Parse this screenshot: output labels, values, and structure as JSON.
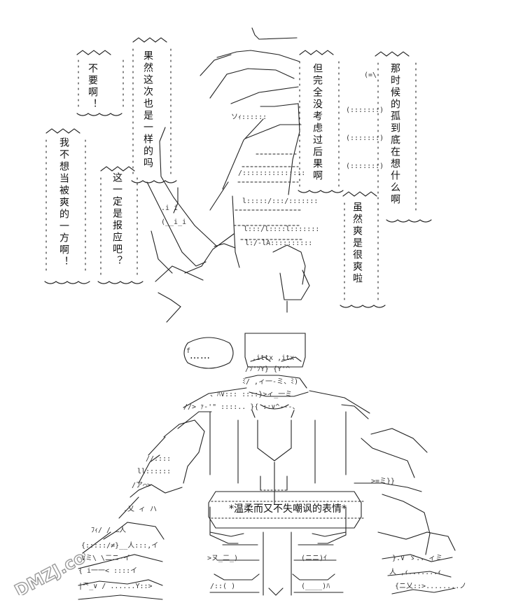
{
  "bubbles": {
    "b1": "不要啊！",
    "b2": "果然这次也是一样的吗",
    "b3": "我不想当被爽的一方啊！",
    "b4": "这一定是报应吧？",
    "b5": "但完全没考虑过后果啊",
    "b6": "那时候的孤到底在想什么啊",
    "b7": "虽然爽是很爽啦"
  },
  "face_bubble": "……",
  "caption": "*温柔而又不失嘲讽的表情*",
  "watermark": "DMZJ.com"
}
